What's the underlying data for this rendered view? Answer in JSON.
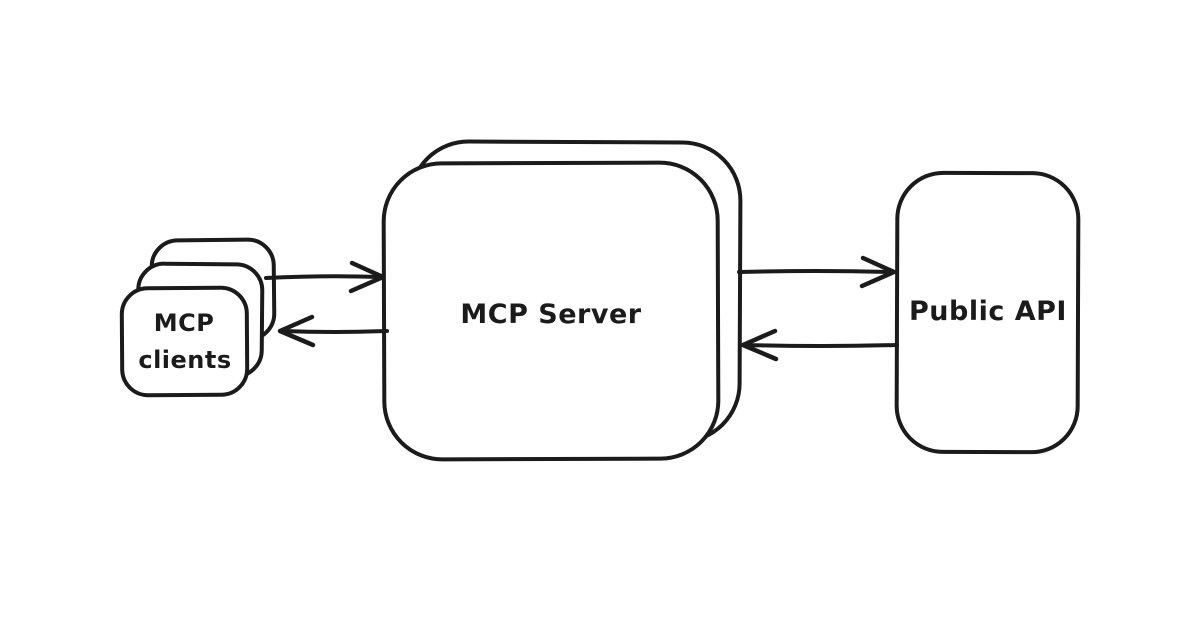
{
  "colors": {
    "background": "#ffffff",
    "stroke": "#1b1b1b",
    "node_fill": "#ffffff",
    "text": "#1b1b1b"
  },
  "nodes": {
    "clients": {
      "label_line1": "MCP",
      "label_line2": "clients",
      "style": "triple-stacked-card"
    },
    "server": {
      "label": "MCP Server",
      "style": "double-stacked-card"
    },
    "api": {
      "label": "Public API",
      "style": "single-card"
    }
  },
  "edges": [
    {
      "name": "clients-to-server",
      "arrow": "right"
    },
    {
      "name": "server-to-clients",
      "arrow": "left"
    },
    {
      "name": "server-to-api",
      "arrow": "right"
    },
    {
      "name": "api-to-server",
      "arrow": "left"
    }
  ]
}
